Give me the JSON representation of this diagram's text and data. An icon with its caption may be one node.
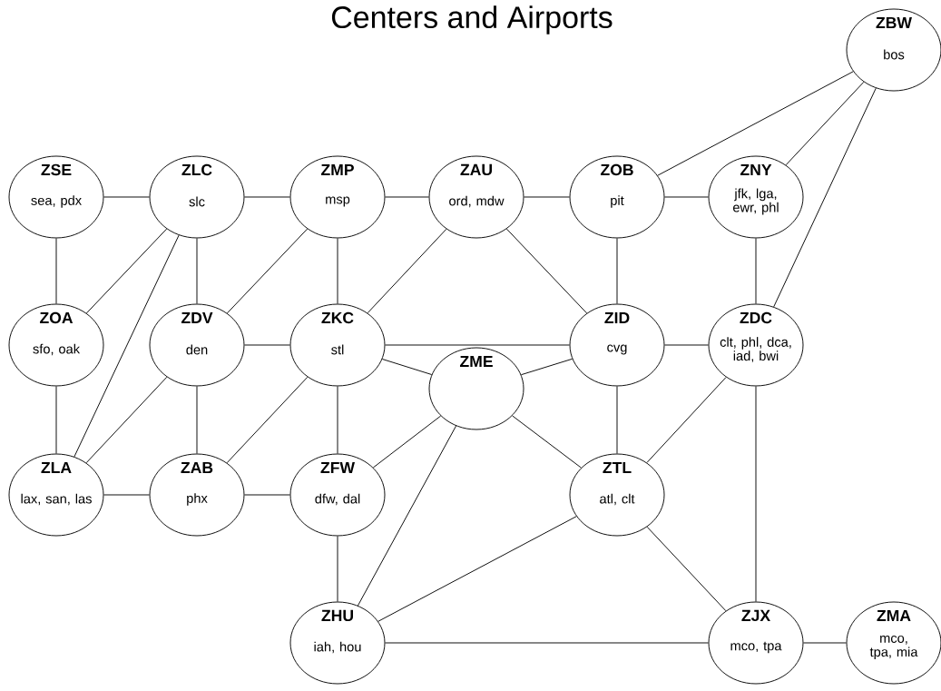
{
  "diagram": {
    "title": "Centers and Airports",
    "nodes": [
      {
        "text": [
          "ZBW",
          "bos"
        ]
      },
      {
        "text": [
          "ZSE",
          "sea, pdx"
        ]
      },
      {
        "text": [
          "ZLC",
          "slc"
        ]
      },
      {
        "text": [
          "ZMP",
          "msp"
        ]
      },
      {
        "text": [
          "ZAU",
          "ord, mdw"
        ]
      },
      {
        "text": [
          "ZOB",
          "pit"
        ]
      },
      {
        "text": [
          "ZNY",
          "jfk, lga, ewr, phl"
        ]
      },
      {
        "text": [
          "ZOA",
          "sfo, oak"
        ]
      },
      {
        "text": [
          "ZDV",
          "den"
        ]
      },
      {
        "text": [
          "ZKC",
          "stl"
        ]
      },
      {
        "text": [
          "ZID",
          "cvg"
        ]
      },
      {
        "text": [
          "ZDC",
          "clt, phl, dca, iad, bwi"
        ]
      },
      {
        "text": [
          "ZME"
        ]
      },
      {
        "text": [
          "ZLA",
          "lax, san, las"
        ]
      },
      {
        "text": [
          "ZAB",
          "phx"
        ]
      },
      {
        "text": [
          "ZFW",
          "dfw, dal"
        ]
      },
      {
        "text": [
          "ZTL",
          "atl, clt"
        ]
      },
      {
        "text": [
          "ZHU",
          "iah, hou"
        ]
      },
      {
        "text": [
          "ZJX",
          "mco, tpa"
        ]
      },
      {
        "text": [
          "ZMA",
          "mco, tpa, mia"
        ]
      }
    ],
    "edges": [
      {
        "from": 1,
        "to": 2,
        "arrow": "none"
      },
      {
        "from": 2,
        "to": 3,
        "arrow": "none"
      },
      {
        "from": 3,
        "to": 4,
        "arrow": "none"
      },
      {
        "from": 4,
        "to": 5,
        "arrow": "none"
      },
      {
        "from": 5,
        "to": 6,
        "arrow": "none"
      },
      {
        "from": 0,
        "to": 5,
        "arrow": "none"
      },
      {
        "from": 0,
        "to": 6,
        "arrow": "none"
      },
      {
        "from": 0,
        "to": 11,
        "arrow": "none"
      },
      {
        "from": 1,
        "to": 7,
        "arrow": "none"
      },
      {
        "from": 2,
        "to": 7,
        "arrow": "none"
      },
      {
        "from": 2,
        "to": 13,
        "arrow": "none"
      },
      {
        "from": 2,
        "to": 8,
        "arrow": "none"
      },
      {
        "from": 3,
        "to": 8,
        "arrow": "none"
      },
      {
        "from": 3,
        "to": 9,
        "arrow": "none"
      },
      {
        "from": 4,
        "to": 9,
        "arrow": "none"
      },
      {
        "from": 4,
        "to": 10,
        "arrow": "none"
      },
      {
        "from": 5,
        "to": 10,
        "arrow": "none"
      },
      {
        "from": 6,
        "to": 11,
        "arrow": "none"
      },
      {
        "from": 7,
        "to": 13,
        "arrow": "none"
      },
      {
        "from": 8,
        "to": 9,
        "arrow": "none"
      },
      {
        "from": 8,
        "to": 13,
        "arrow": "none"
      },
      {
        "from": 8,
        "to": 14,
        "arrow": "none"
      },
      {
        "from": 9,
        "to": 10,
        "arrow": "none"
      },
      {
        "from": 9,
        "to": 12,
        "arrow": "none"
      },
      {
        "from": 9,
        "to": 15,
        "arrow": "none"
      },
      {
        "from": 9,
        "to": 14,
        "arrow": "none"
      },
      {
        "from": 10,
        "to": 12,
        "arrow": "none"
      },
      {
        "from": 10,
        "to": 11,
        "arrow": "none"
      },
      {
        "from": 10,
        "to": 16,
        "arrow": "none"
      },
      {
        "from": 12,
        "to": 15,
        "arrow": "none"
      },
      {
        "from": 12,
        "to": 16,
        "arrow": "none"
      },
      {
        "from": 12,
        "to": 17,
        "arrow": "none"
      },
      {
        "from": 16,
        "to": 11,
        "arrow": "none"
      },
      {
        "from": 11,
        "to": 18,
        "arrow": "none"
      },
      {
        "from": 13,
        "to": 14,
        "arrow": "none"
      },
      {
        "from": 14,
        "to": 15,
        "arrow": "none"
      },
      {
        "from": 15,
        "to": 17,
        "arrow": "none"
      },
      {
        "from": 16,
        "to": 17,
        "arrow": "none"
      },
      {
        "from": 16,
        "to": 18,
        "arrow": "none"
      },
      {
        "from": 17,
        "to": 18,
        "arrow": "none"
      },
      {
        "from": 18,
        "to": 19,
        "arrow": "none"
      }
    ]
  }
}
